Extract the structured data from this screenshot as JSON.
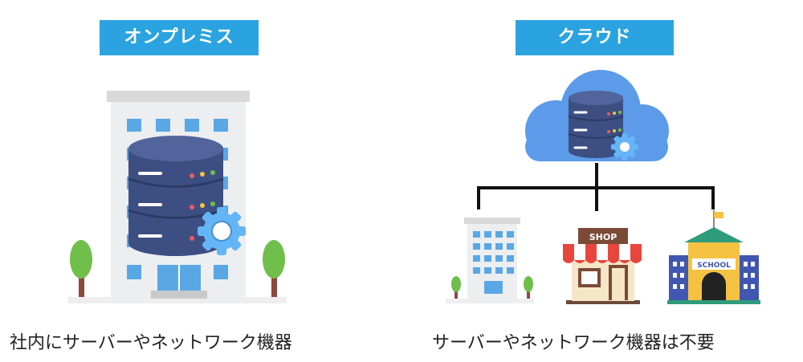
{
  "labels": {
    "onpremise": "オンプレミス",
    "cloud": "クラウド"
  },
  "captions": {
    "onpremise": "社内にサーバーやネットワーク機器",
    "cloud": "サーバーやネットワーク機器は不要"
  },
  "signs": {
    "shop": "SHOP",
    "school": "SCHOOL"
  },
  "colors": {
    "label_bg": "#2aa3e0",
    "server": "#3d4f82",
    "cloud": "#5b9bea",
    "gear": "#64b5f6",
    "tree": "#6fbf4a"
  }
}
